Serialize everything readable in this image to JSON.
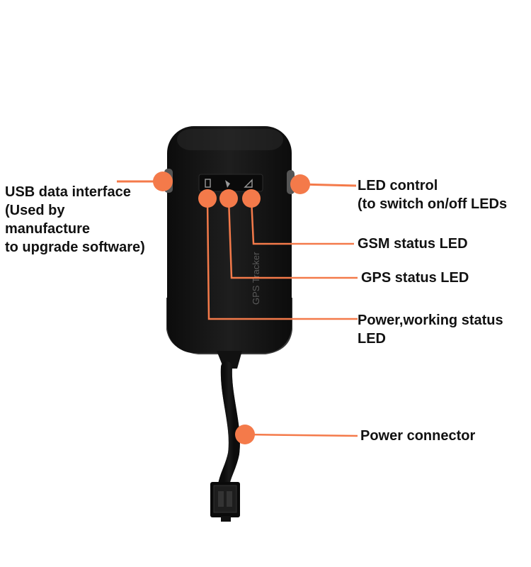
{
  "colors": {
    "callout": "#f47a4a",
    "device_body": "#141414",
    "background": "#ffffff",
    "text": "#111111"
  },
  "device": {
    "print_text": "GPS Tracker"
  },
  "labels": {
    "usb": {
      "line1": "USB data interface",
      "line2": "(Used by",
      "line3": "manufacture",
      "line4": "to upgrade software)"
    },
    "led_control": {
      "line1": "LED control",
      "line2": "(to switch on/off LEDs"
    },
    "gsm": "GSM status LED",
    "gps": "GPS status LED",
    "power_status": {
      "line1": "Power,working status",
      "line2": "LED"
    },
    "power_connector": "Power connector"
  }
}
